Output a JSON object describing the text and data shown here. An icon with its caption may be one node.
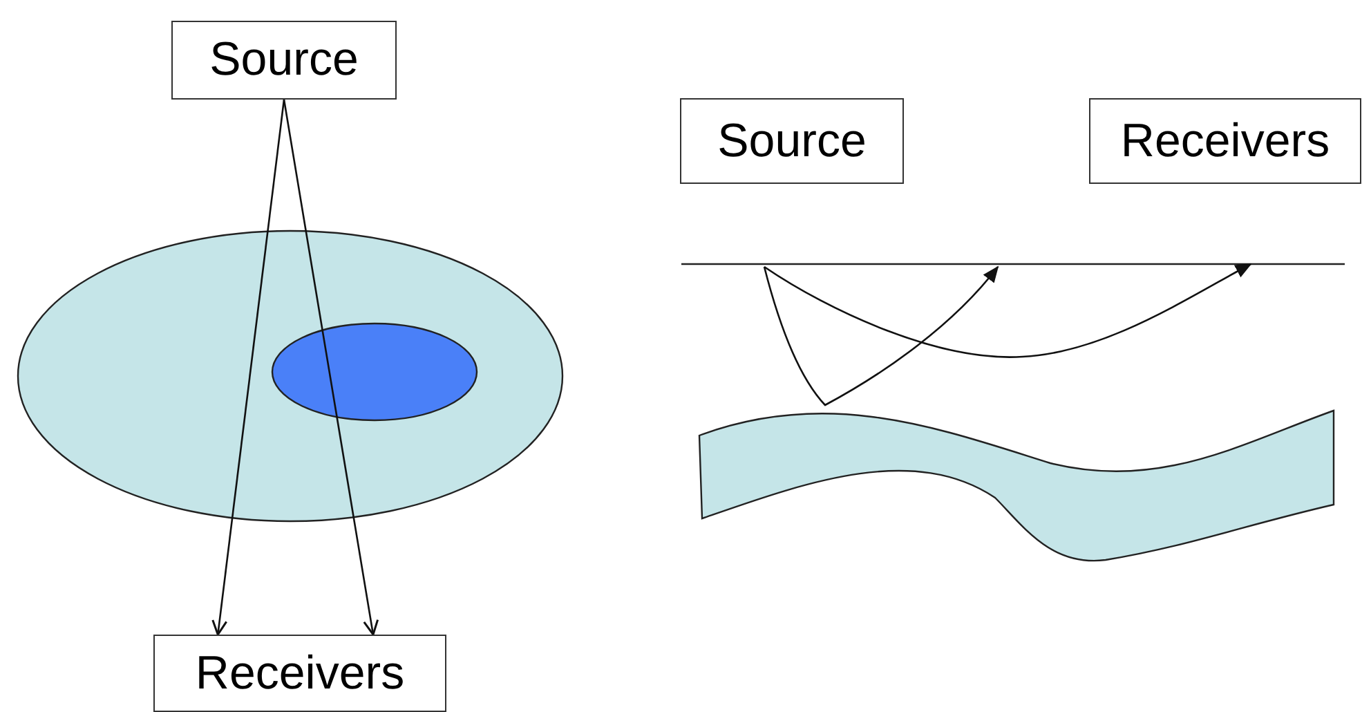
{
  "diagram": {
    "nodes": [
      {
        "text": [
          "Source"
        ]
      },
      {
        "text": [
          "Receivers"
        ]
      },
      {
        "text": [
          "Source"
        ]
      },
      {
        "text": [
          "Receivers"
        ]
      }
    ],
    "edges": [
      {
        "from": 0,
        "to": 1,
        "arrow": "to"
      },
      {
        "from": 0,
        "to": 1,
        "arrow": "to"
      }
    ]
  }
}
